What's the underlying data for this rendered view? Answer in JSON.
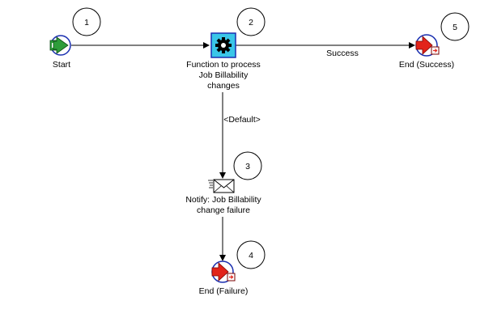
{
  "nodes": {
    "start": {
      "label_lines": [
        "Start"
      ],
      "icon": "start-arrow-icon",
      "step": "1"
    },
    "function": {
      "label_lines": [
        "Function to process",
        "Job Billability",
        "changes"
      ],
      "icon": "gear-function-icon",
      "step": "2"
    },
    "notify": {
      "label_lines": [
        "Notify: Job Billability",
        "change failure"
      ],
      "icon": "envelope-notification-icon",
      "step": "3"
    },
    "end_failure": {
      "label_lines": [
        "End (Failure)"
      ],
      "icon": "end-arrow-icon",
      "step": "4"
    },
    "end_success": {
      "label_lines": [
        "End (Success)"
      ],
      "icon": "end-arrow-icon",
      "step": "5"
    }
  },
  "edges": {
    "success_label": "Success",
    "default_label": "<Default>"
  },
  "colors": {
    "start_green": "#2e9d3a",
    "end_red": "#e2231a",
    "function_cyan": "#3ac6e8",
    "node_ring": "#1a2fb0",
    "line": "#000000"
  }
}
